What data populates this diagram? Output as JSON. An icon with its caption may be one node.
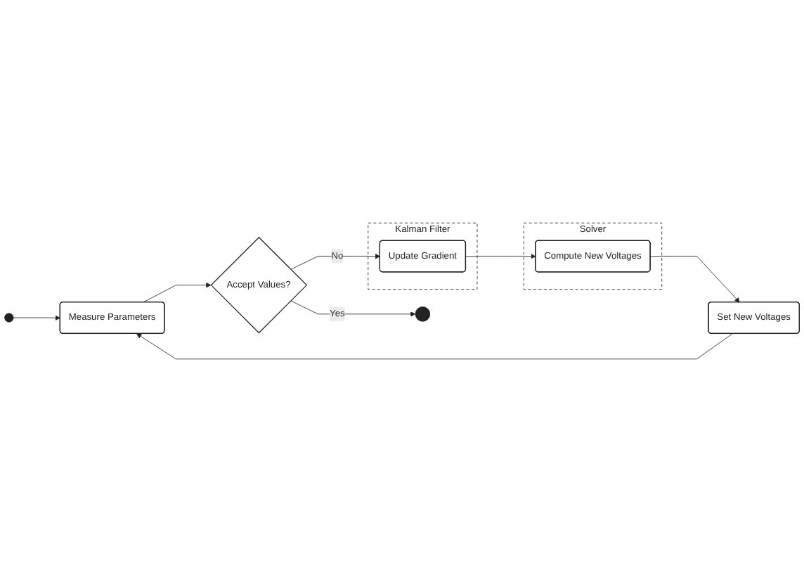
{
  "diagram": {
    "nodes": [
      {
        "text": [],
        "shape": "circle"
      },
      {
        "text": [
          "Measure Parameters"
        ]
      },
      {
        "text": [
          "Accept Values?"
        ]
      },
      {
        "text": [],
        "shape": "circle"
      },
      {
        "text": [
          "Set New Voltages"
        ]
      },
      {
        "text": [
          "Solver"
        ]
      },
      {
        "text": [
          "Compute New Voltages"
        ],
        "in": 5
      },
      {
        "text": [
          "Kalman Filter"
        ]
      },
      {
        "text": [
          "Update Gradient"
        ],
        "in": 7
      }
    ],
    "edges": [
      {
        "from": 0,
        "to": 1,
        "arrow": "to"
      },
      {
        "from": 1,
        "to": 2,
        "arrow": "to"
      },
      {
        "from": 2,
        "to": 3,
        "label": "Yes",
        "arrow": "to"
      },
      {
        "from": 2,
        "to": 8,
        "label": "No",
        "arrow": "to"
      },
      {
        "from": 8,
        "to": 6,
        "arrow": "to"
      },
      {
        "from": 6,
        "to": 4,
        "arrow": "to"
      },
      {
        "from": 4,
        "to": 1,
        "arrow": "to"
      }
    ]
  }
}
